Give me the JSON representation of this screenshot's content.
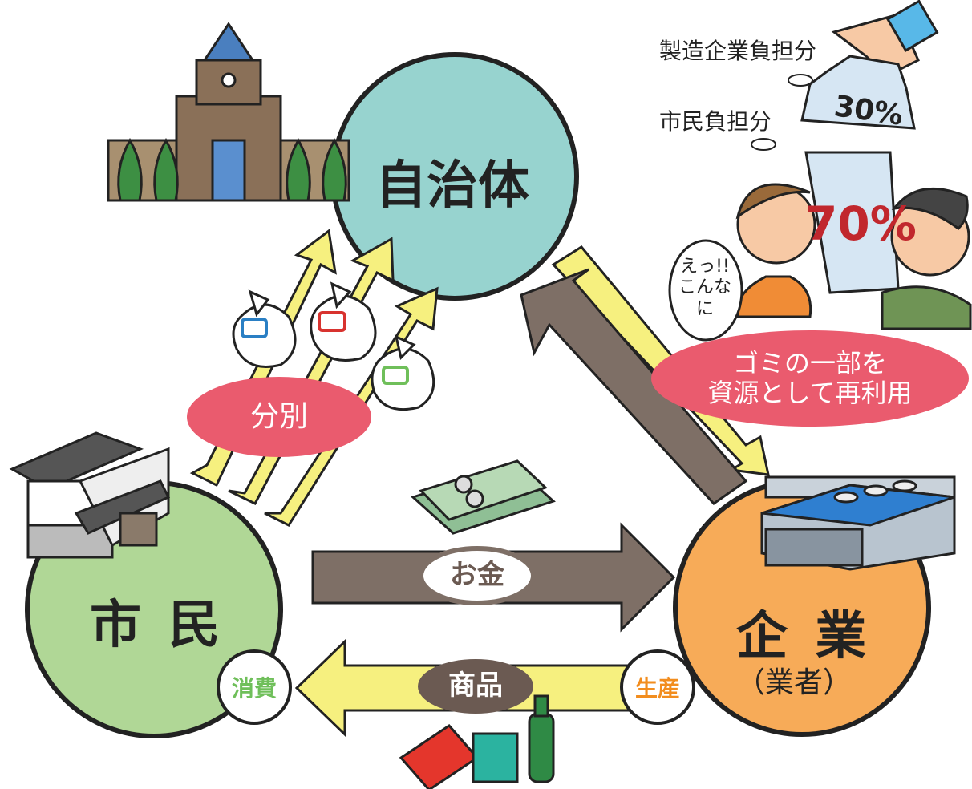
{
  "nodes": {
    "municipality": {
      "label": "自治体",
      "color": "#97d3cf"
    },
    "citizen": {
      "label": "市 民",
      "color": "#b0d796"
    },
    "company": {
      "label": "企 業",
      "sublabel": "（業者）",
      "color": "#f7ab58"
    }
  },
  "flows": {
    "separation": {
      "label": "分別"
    },
    "recycle": {
      "label_line1": "ゴミの一部を",
      "label_line2": "資源として再利用"
    },
    "money": {
      "label": "お金"
    },
    "goods": {
      "label": "商品"
    }
  },
  "badges": {
    "consumption": {
      "label": "消費",
      "color": "#6fbf5a"
    },
    "production": {
      "label": "生産",
      "color": "#f28d1e"
    }
  },
  "cost_share": {
    "manufacturer_label": "製造企業負担分",
    "manufacturer_value": "30%",
    "citizen_label": "市民負担分",
    "citizen_value": "70%",
    "speech": "えっ!! こんなに"
  },
  "colors": {
    "pink": "#ea5b6e",
    "brown_arrow": "#7e6f66",
    "yellow_arrow": "#f6f07f",
    "outline": "#222222"
  }
}
